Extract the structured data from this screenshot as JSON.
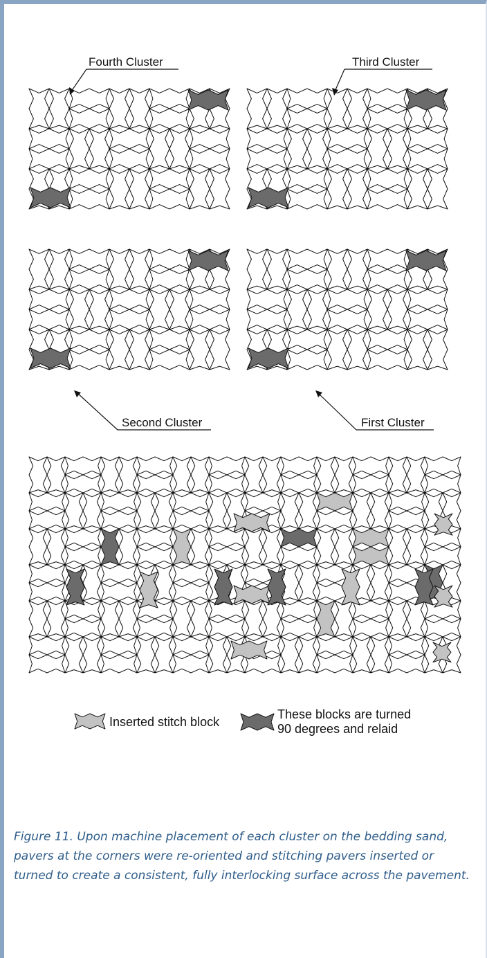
{
  "clusters": {
    "fourth": "Fourth Cluster",
    "third": "Third Cluster",
    "second": "Second Cluster",
    "first": "First Cluster"
  },
  "legend": {
    "inserted": "Inserted stitch block",
    "turned_line1": "These blocks are turned",
    "turned_line2": "90 degrees and relaid"
  },
  "caption": "Figure 11. Upon machine placement of each cluster on the bedding sand, pavers at the corners were re-oriented and stitching pavers inserted or turned to create a consistent, fully interlocking surface across the pavement.",
  "colors": {
    "frame": "#8aa5c4",
    "caption": "#2f5d8a",
    "turned_block": "#6b6b6b",
    "stitch_block": "#c3c3c3",
    "paver_outline": "#111111"
  }
}
